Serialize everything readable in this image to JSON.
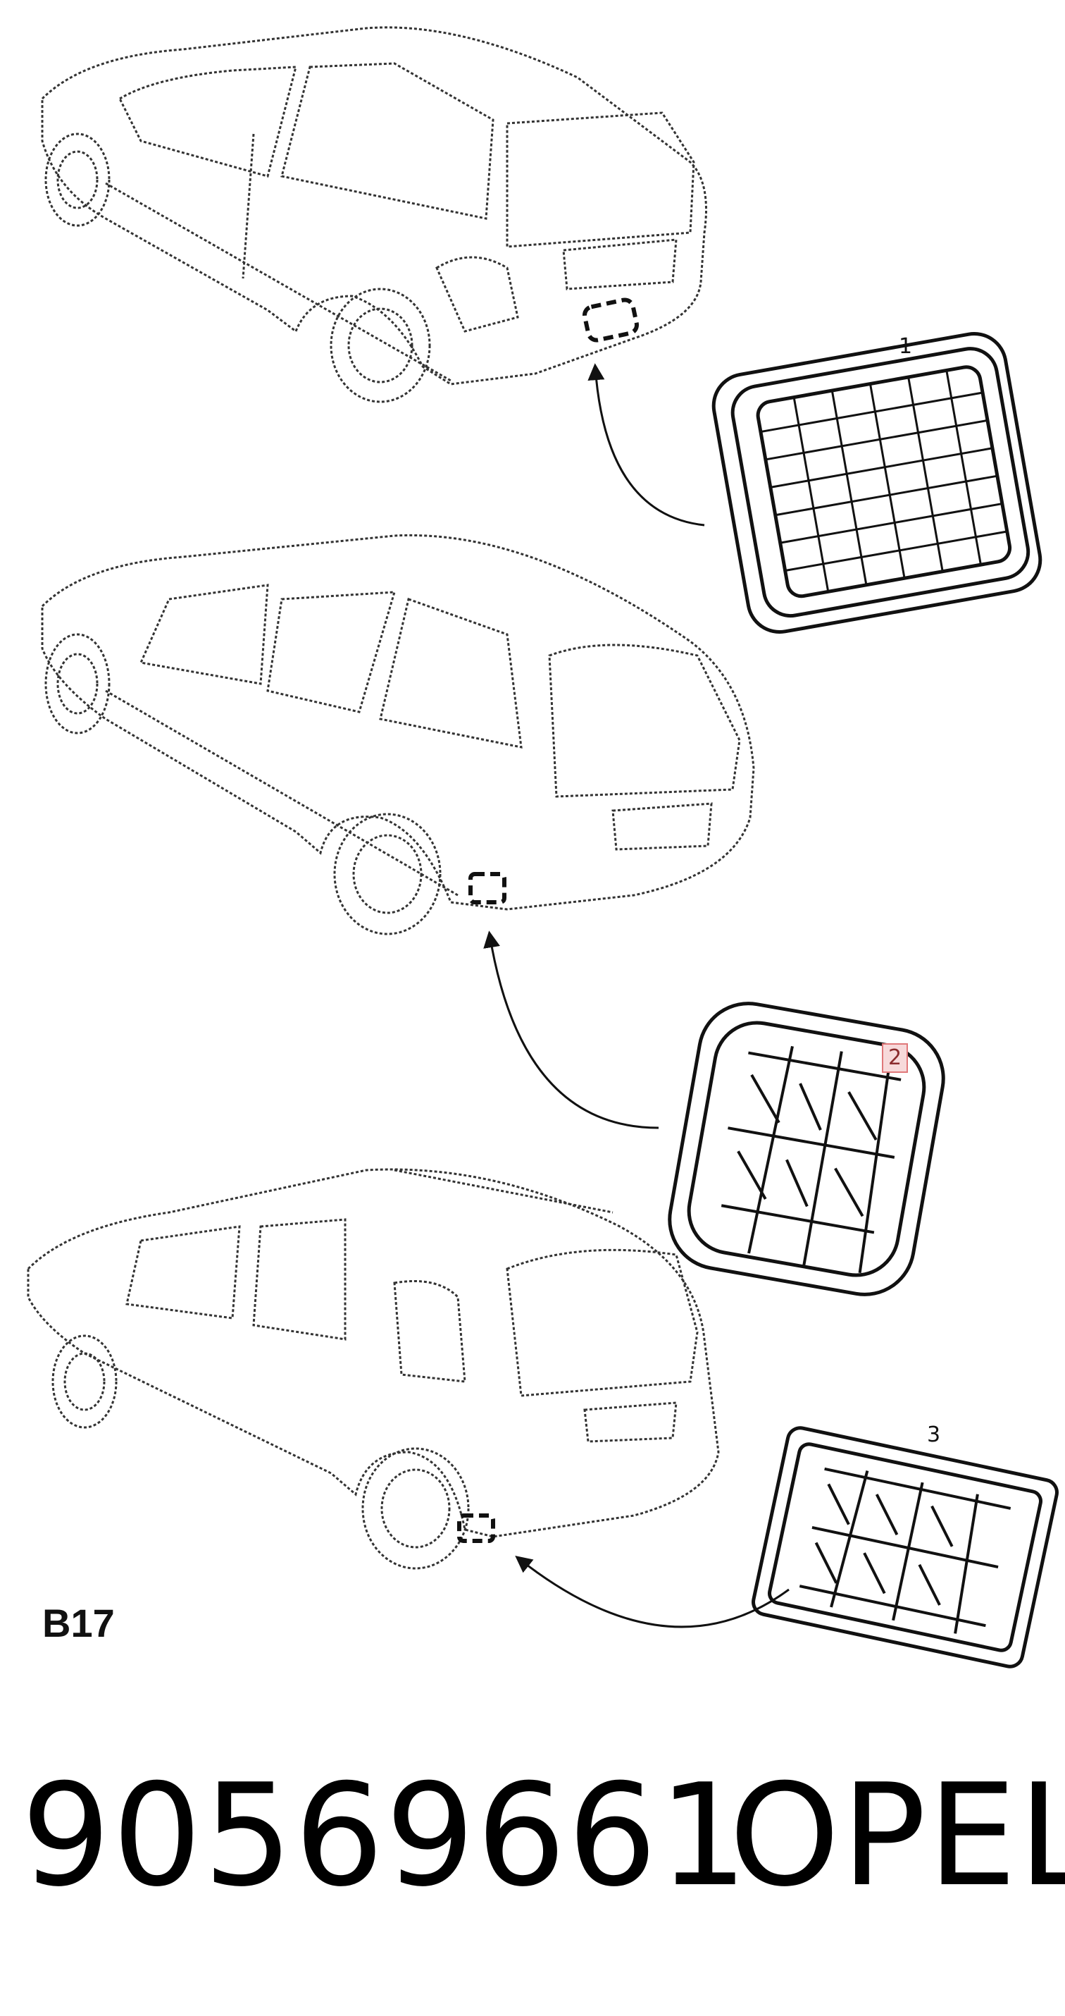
{
  "callouts": {
    "part1": "1",
    "part2": "2",
    "part3": "3"
  },
  "diagram_code": "B17",
  "part_number": "90569661",
  "brand": "OPEL",
  "colors": {
    "line": "#111111",
    "highlight_fill": "#f7d9da",
    "highlight_border": "#e0787a"
  }
}
